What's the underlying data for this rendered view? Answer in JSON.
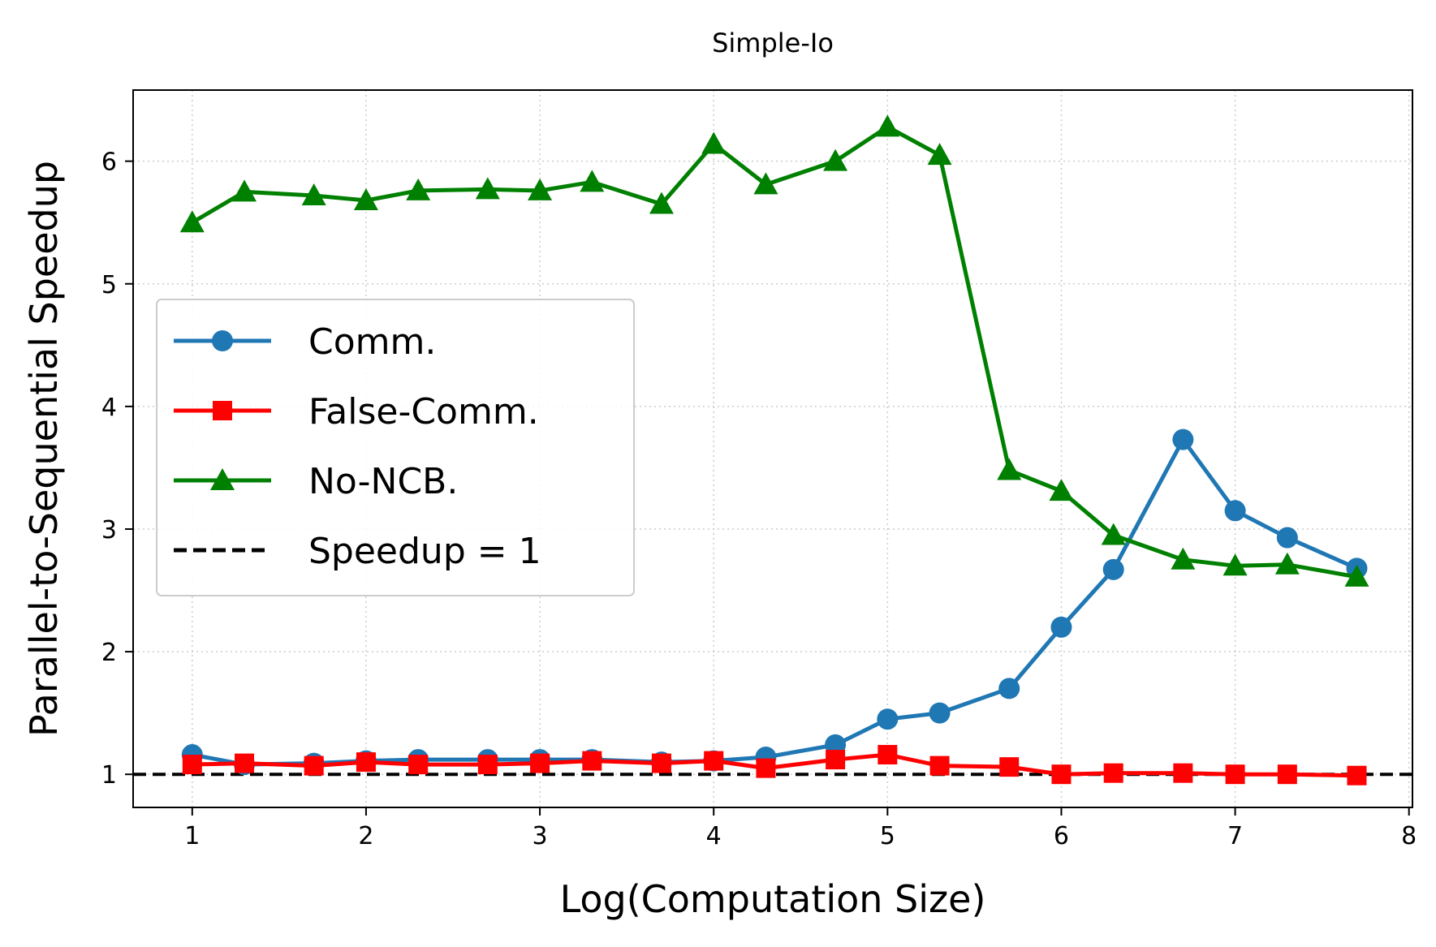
{
  "chart_data": {
    "type": "line",
    "title": "Simple-Io",
    "xlabel": "Log(Computation Size)",
    "ylabel": "Parallel-to-Sequential Speedup",
    "xlim": [
      0.66,
      8.02
    ],
    "ylim": [
      0.73,
      6.58
    ],
    "xticks": [
      1,
      2,
      3,
      4,
      5,
      6,
      7,
      8
    ],
    "yticks": [
      1,
      2,
      3,
      4,
      5,
      6
    ],
    "grid": true,
    "legend_position": "center-left",
    "x": [
      1.0,
      1.3,
      1.7,
      2.0,
      2.3,
      2.7,
      3.0,
      3.3,
      3.7,
      4.0,
      4.3,
      4.7,
      5.0,
      5.3,
      5.7,
      6.0,
      6.3,
      6.7,
      7.0,
      7.3,
      7.7
    ],
    "series": [
      {
        "name": "Comm.",
        "color": "#1f77b4",
        "marker": "circle",
        "values": [
          1.16,
          1.08,
          1.09,
          1.11,
          1.12,
          1.12,
          1.12,
          1.12,
          1.1,
          1.11,
          1.14,
          1.24,
          1.45,
          1.5,
          1.7,
          2.2,
          2.67,
          3.73,
          3.15,
          2.93,
          2.68
        ]
      },
      {
        "name": "False-Comm.",
        "color": "#ff0000",
        "marker": "square",
        "values": [
          1.08,
          1.09,
          1.07,
          1.1,
          1.08,
          1.08,
          1.09,
          1.11,
          1.09,
          1.11,
          1.05,
          1.12,
          1.16,
          1.07,
          1.06,
          1.0,
          1.01,
          1.01,
          1.0,
          1.0,
          0.99
        ]
      },
      {
        "name": "No-NCB.",
        "color": "#008000",
        "marker": "triangle",
        "values": [
          5.5,
          5.75,
          5.72,
          5.68,
          5.76,
          5.77,
          5.76,
          5.83,
          5.65,
          6.14,
          5.81,
          6.0,
          6.28,
          6.05,
          3.48,
          3.31,
          2.95,
          2.75,
          2.7,
          2.71,
          2.61
        ]
      },
      {
        "name": "Speedup = 1",
        "color": "#000000",
        "marker": "none",
        "dashed": true,
        "constant": 1
      }
    ]
  }
}
